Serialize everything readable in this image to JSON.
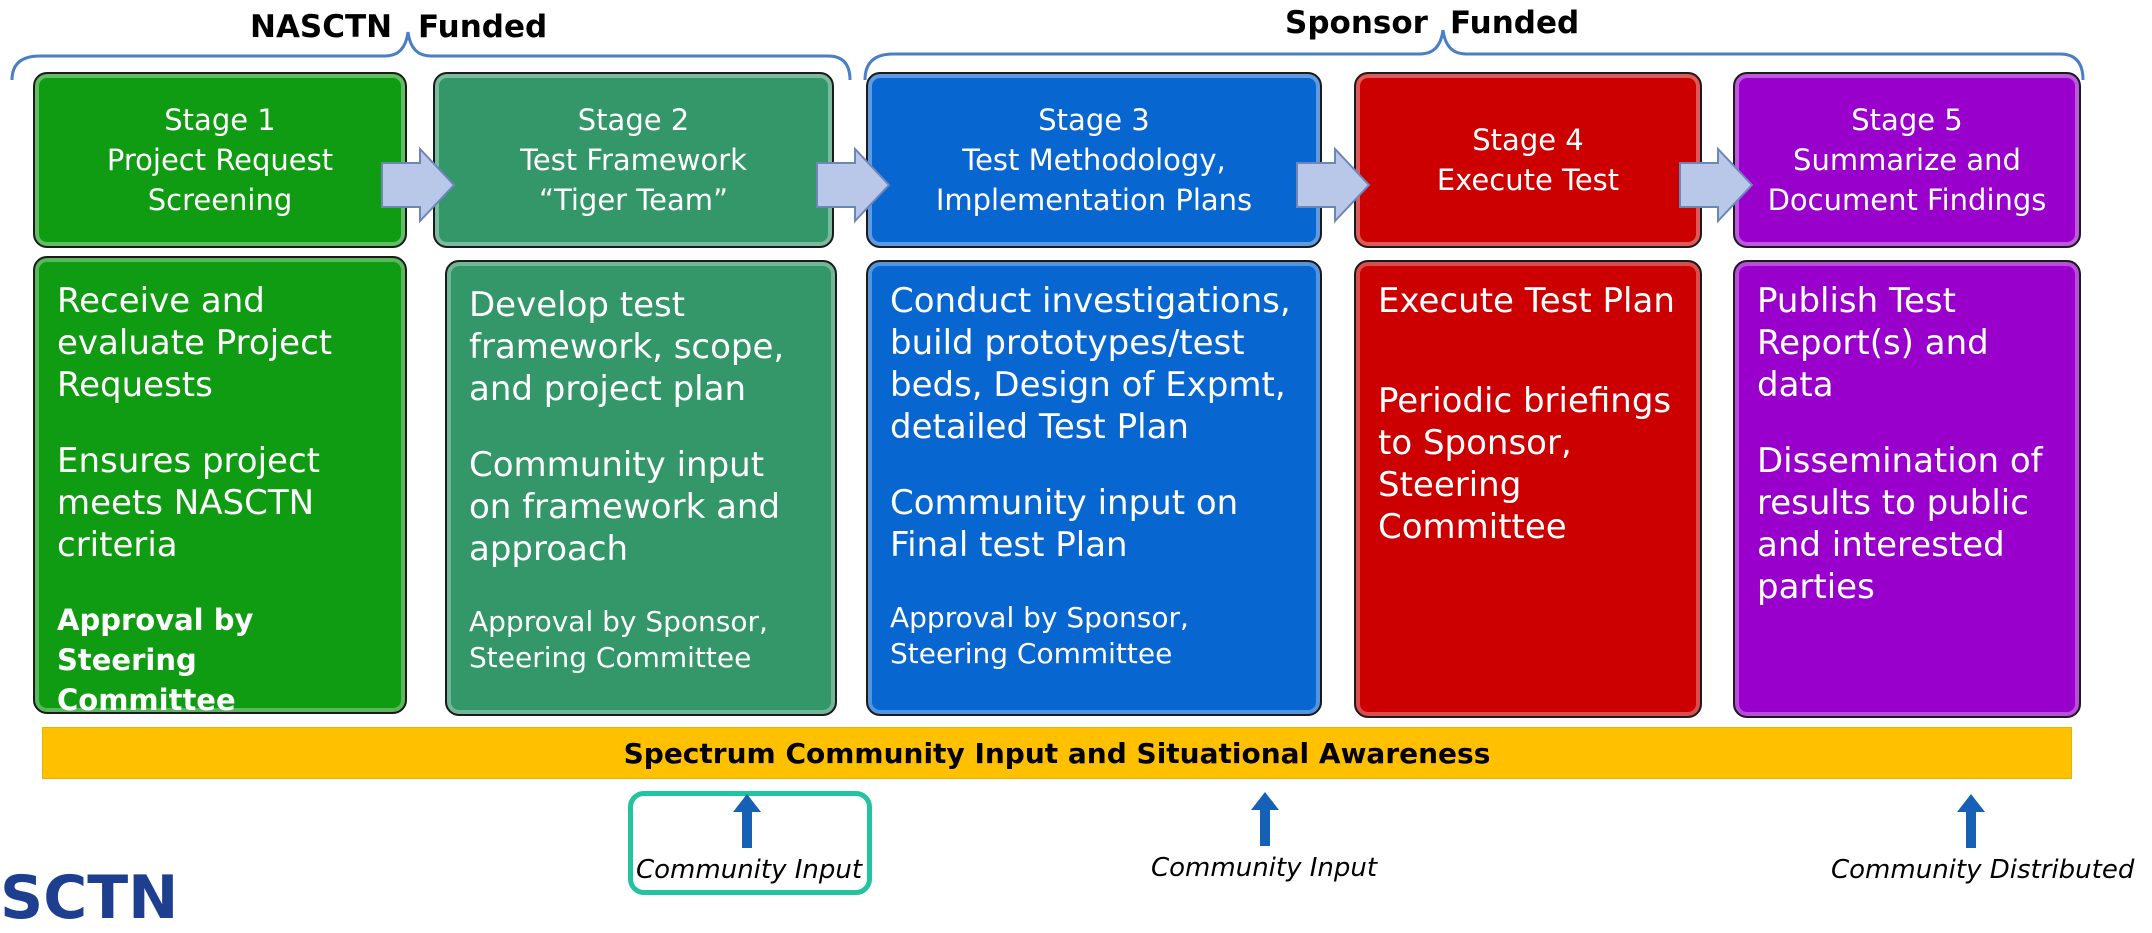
{
  "funding": {
    "nasctn_word": "NASCTN",
    "nasctn_funded": "Funded",
    "sponsor_word": "Sponsor",
    "sponsor_funded": "Funded"
  },
  "stages": [
    {
      "header": [
        "Stage 1",
        "Project Request",
        "Screening"
      ],
      "body": [
        {
          "text": "Receive and evaluate Project Requests",
          "style": "big"
        },
        {
          "text": "Ensures project meets NASCTN criteria",
          "style": "big"
        },
        {
          "text": "Approval by Steering Committee",
          "style": "small-bold"
        }
      ]
    },
    {
      "header": [
        "Stage 2",
        "Test Framework",
        "“Tiger Team”"
      ],
      "body": [
        {
          "text": "Develop test framework, scope, and project plan",
          "style": "big"
        },
        {
          "text": "Community input on framework and approach",
          "style": "big"
        },
        {
          "text": "Approval by Sponsor, Steering Committee",
          "style": "small"
        }
      ]
    },
    {
      "header": [
        "Stage 3",
        "Test Methodology,",
        "Implementation Plans"
      ],
      "body": [
        {
          "text": "Conduct investigations, build prototypes/test beds, Design of Expmt, detailed Test Plan",
          "style": "big"
        },
        {
          "text": "Community input on Final test Plan",
          "style": "big"
        },
        {
          "text": "Approval by Sponsor, Steering Committee",
          "style": "small"
        }
      ]
    },
    {
      "header": [
        "Stage 4",
        "Execute Test"
      ],
      "body": [
        {
          "text": "Execute Test Plan",
          "style": "big"
        },
        {
          "text": "Periodic briefings to Sponsor, Steering Committee",
          "style": "big"
        }
      ]
    },
    {
      "header": [
        "Stage 5",
        "Summarize and",
        "Document Findings"
      ],
      "body": [
        {
          "text": "Publish Test Report(s) and data",
          "style": "big"
        },
        {
          "text": "Dissemination of results to public and interested parties",
          "style": "big"
        }
      ]
    }
  ],
  "banner": "Spectrum Community Input and Situational Awareness",
  "community_labels": [
    "Community Input",
    "Community Input",
    "Community Distributed"
  ],
  "logo_fragment": "SCTN",
  "colors": {
    "stage1": "#0f9b12",
    "stage2": "#33976a",
    "stage3": "#0866d1",
    "stage4": "#cc0000",
    "stage5": "#9a00cc",
    "banner": "#ffc000",
    "arrow_blue": "#1561b5",
    "highlight": "#22c3a0"
  }
}
